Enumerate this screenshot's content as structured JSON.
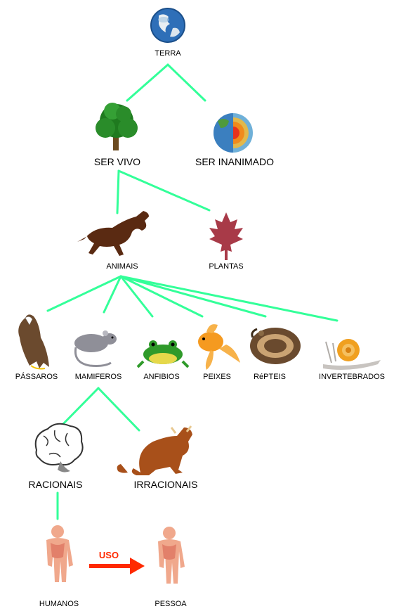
{
  "diagram": {
    "line_color": "#33ff99",
    "arrow_color": "#ff2a00",
    "nodes": {
      "terra": "TERRA",
      "ser_vivo": "SER VIVO",
      "ser_inanimado": "SER INANIMADO",
      "animais": "ANIMAIS",
      "plantas": "PLANTAS",
      "passaros": "PÁSSAROS",
      "mamiferos": "MAMIFEROS",
      "anfibios": "ANFIBIOS",
      "peixes": "PEIXES",
      "repteis": "RéPTEIS",
      "invertebrados": "INVERTEBRADOS",
      "racionais": "RACIONAIS",
      "irracionais": "IRRACIONAIS",
      "humanos": "HUMANOS",
      "pessoa": "PESSOA"
    },
    "edge_label": "USO",
    "icons": {
      "terra": "globe-icon",
      "ser_vivo": "tree-icon",
      "ser_inanimado": "earth-layers-icon",
      "animais": "horse-icon",
      "plantas": "maple-leaf-icon",
      "passaros": "eagle-icon",
      "mamiferos": "rat-icon",
      "anfibios": "frog-icon",
      "peixes": "goldfish-icon",
      "repteis": "snake-icon",
      "invertebrados": "snail-icon",
      "racionais": "brain-icon",
      "irracionais": "bull-icon",
      "humanos": "human-body-icon",
      "pessoa": "human-body-icon"
    }
  }
}
